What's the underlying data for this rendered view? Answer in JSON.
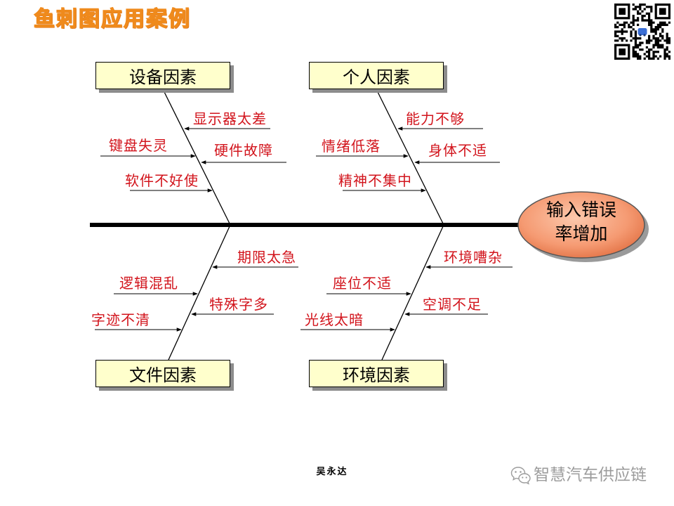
{
  "title": "鱼刺图应用案例",
  "effect": {
    "line1": "输入错误",
    "line2": "率增加"
  },
  "categories": [
    {
      "label": "设备因素",
      "causes": [
        "显示器太差",
        "键盘失灵",
        "硬件故障",
        "软件不好使"
      ]
    },
    {
      "label": "个人因素",
      "causes": [
        "能力不够",
        "情绪低落",
        "身体不适",
        "精神不集中"
      ]
    },
    {
      "label": "文件因素",
      "causes": [
        "期限太急",
        "逻辑混乱",
        "特殊字多",
        "字迹不清"
      ]
    },
    {
      "label": "环境因素",
      "causes": [
        "环境嘈杂",
        "座位不适",
        "空调不足",
        "光线太暗"
      ]
    }
  ],
  "author": "吴永达",
  "watermark": {
    "icon": "wechat-icon",
    "text": "智慧汽车供应链"
  },
  "icons": {
    "qr": "qr-code-icon"
  },
  "colors": {
    "title": "#ef8a1c",
    "cause_text": "#d2141c",
    "box_fill": "#ffffcc",
    "head_fill": "#f59a72",
    "shadow": "#8c8c8c"
  }
}
